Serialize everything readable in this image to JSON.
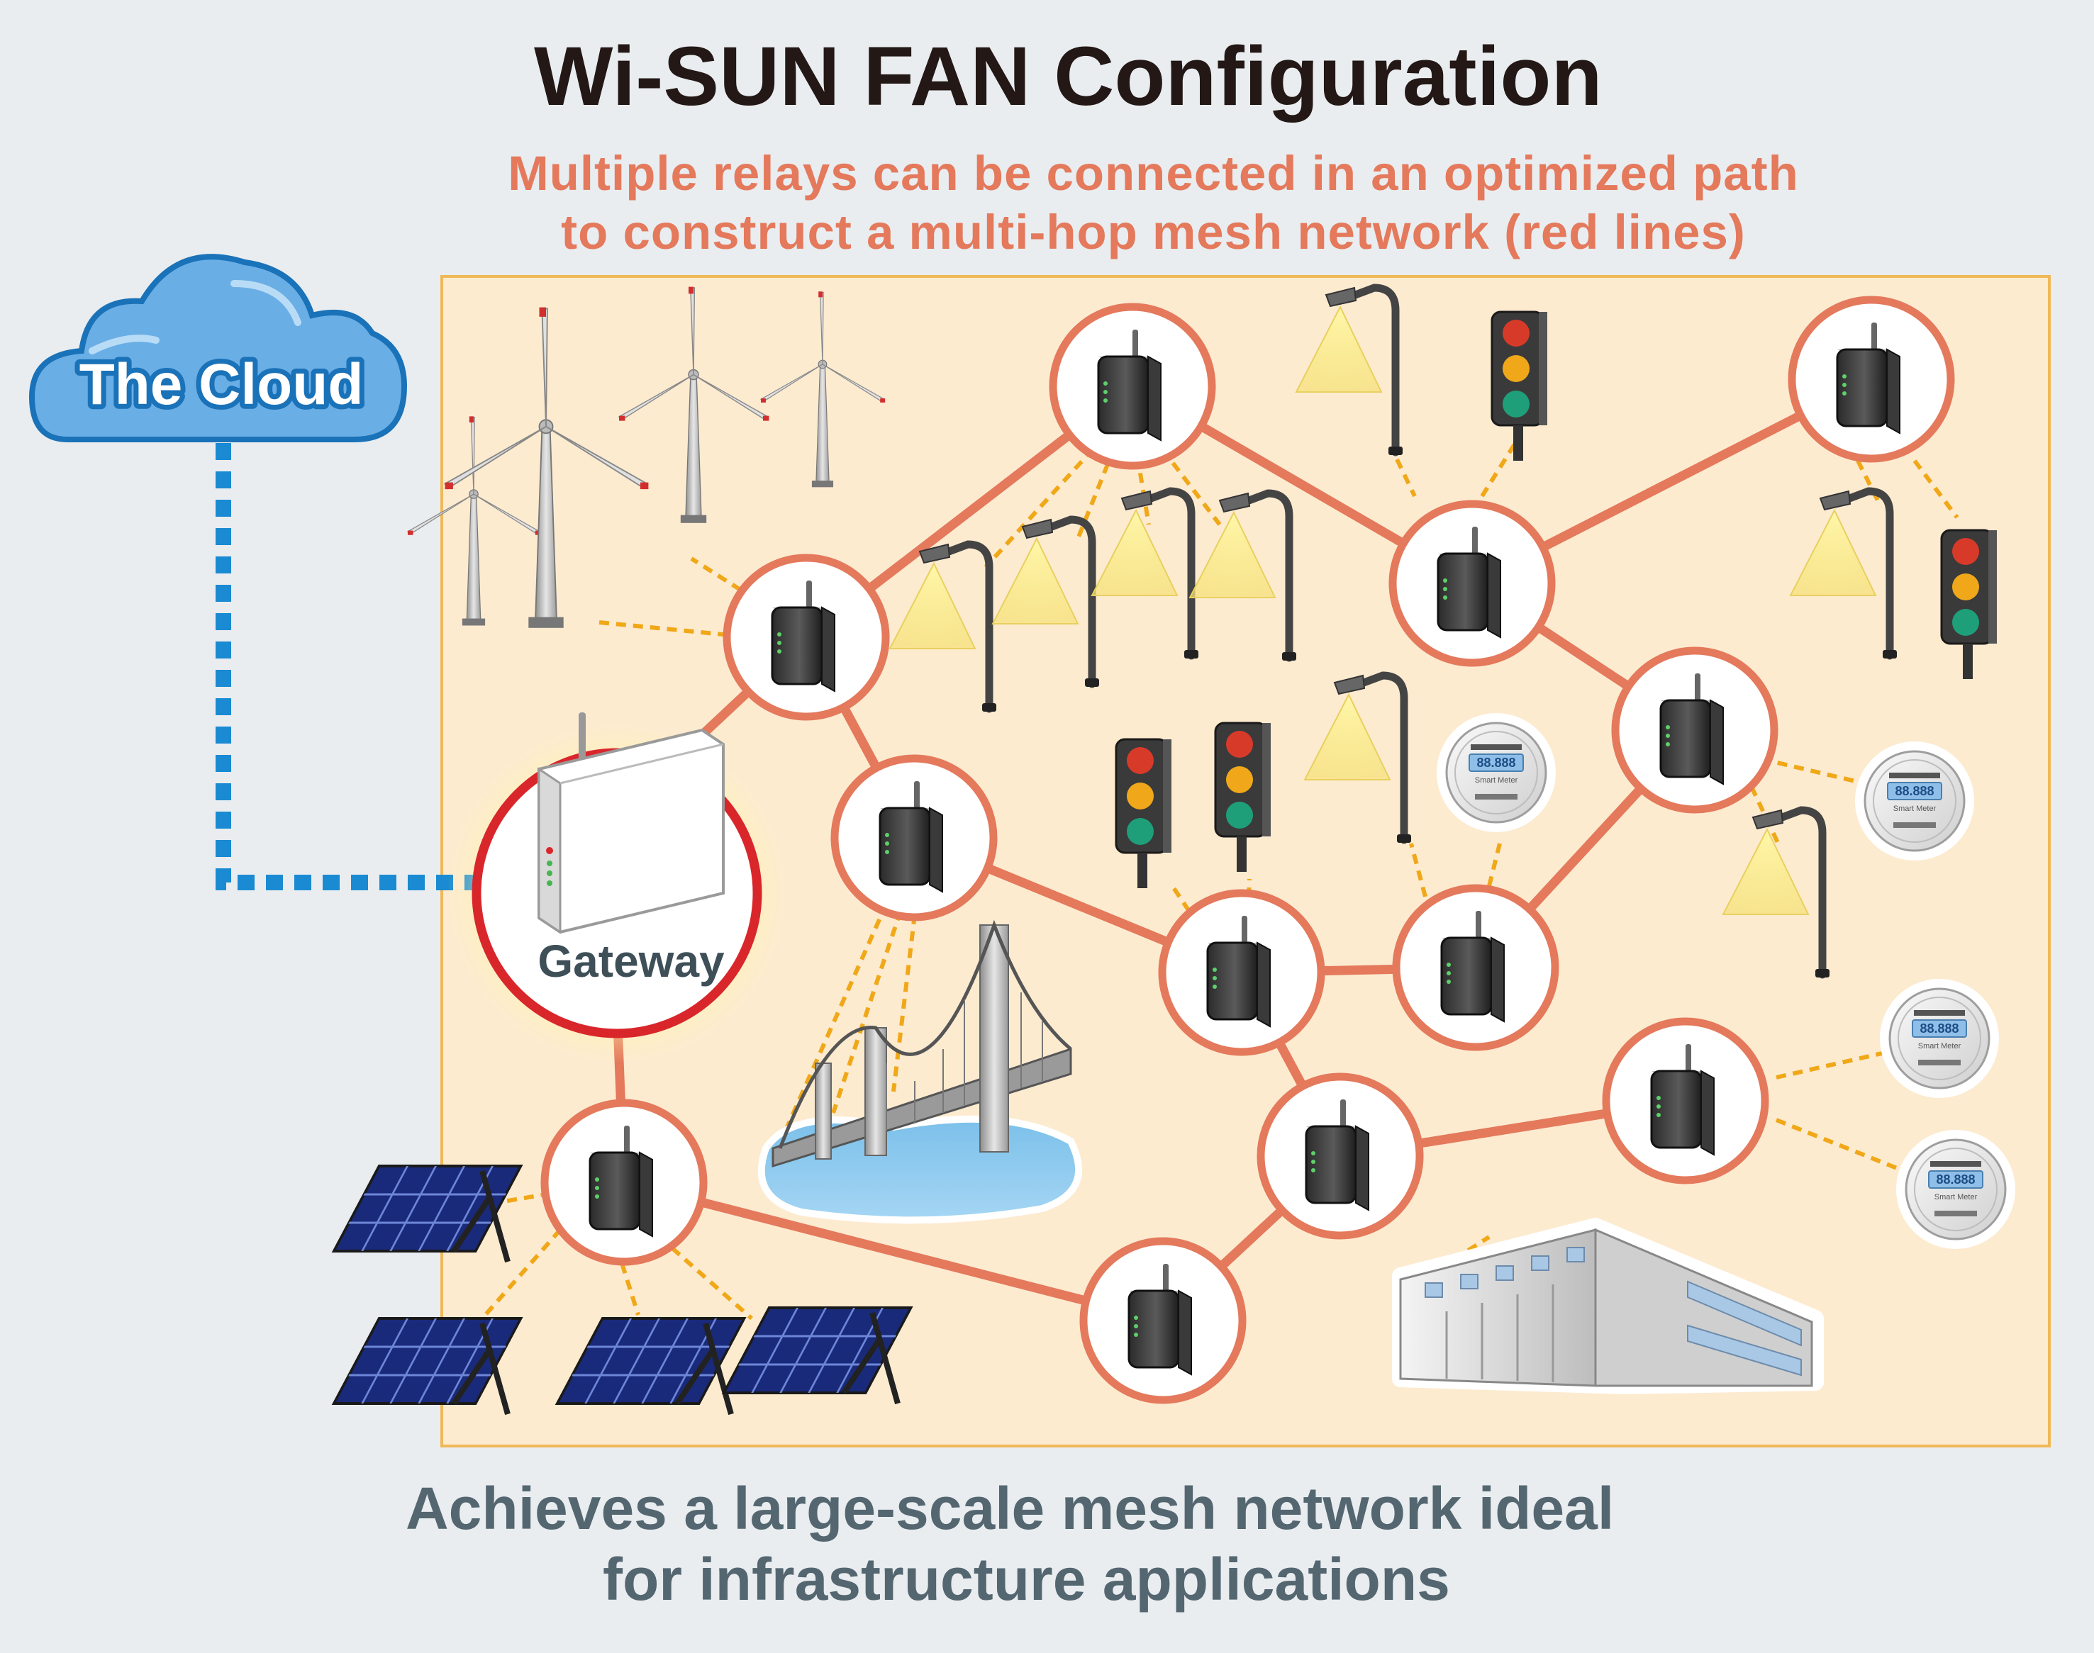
{
  "header": {
    "title": "Wi-SUN FAN Configuration",
    "subtitle_line1": "Multiple relays can be connected in an optimized path",
    "subtitle_line2": "to construct a multi-hop mesh network (red lines)"
  },
  "cloud": {
    "label": "The Cloud"
  },
  "gateway": {
    "label": "Gateway"
  },
  "meter": {
    "display": "88.888",
    "label": "Smart Meter"
  },
  "footer": {
    "line1": "Achieves a large-scale mesh network ideal",
    "line2": "for infrastructure applications"
  },
  "colors": {
    "background": "#e9edf0",
    "area_fill": "#fdebd0",
    "area_border": "#f0b858",
    "mesh_link": "#e4795c",
    "device_link": "#f0a818",
    "cloud_link": "#1a8ad2",
    "cloud_fill": "#6aaee6",
    "gateway_ring": "#d9262b",
    "title_text": "#231815",
    "subtitle_text": "#e4795c",
    "footer_text": "#546670"
  },
  "icons": {
    "relay": "relay-router-icon",
    "gateway": "gateway-router-icon",
    "wind_turbine": "wind-turbine-icon",
    "street_light": "street-light-icon",
    "traffic_light": "traffic-light-icon",
    "smart_meter": "smart-meter-icon",
    "solar_panel": "solar-panel-icon",
    "bridge": "suspension-bridge-icon",
    "building": "factory-building-icon",
    "cloud": "cloud-icon"
  }
}
